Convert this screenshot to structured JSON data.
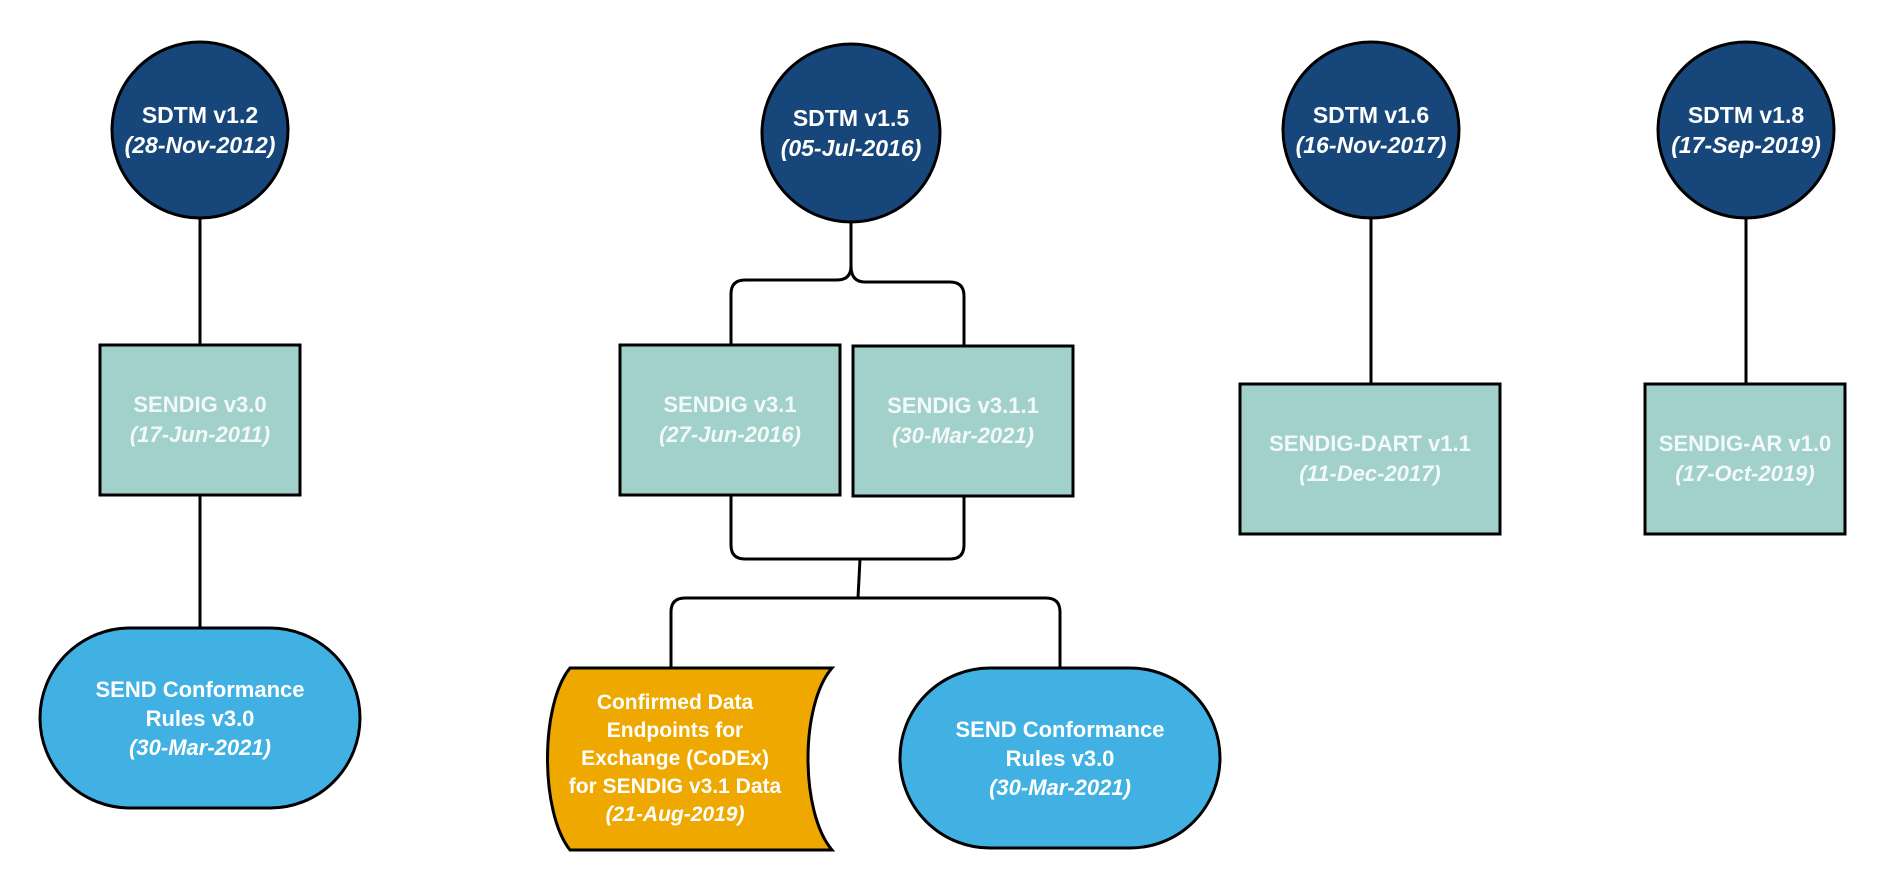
{
  "colors": {
    "sdtm": "#17467a",
    "sendig": "#a2d0ca",
    "rules": "#41b1e4",
    "codex": "#eea800",
    "stroke": "#000000"
  },
  "sdtm_v1_2": {
    "title": "SDTM v1.2",
    "date": "(28-Nov-2012)"
  },
  "sdtm_v1_5": {
    "title": "SDTM v1.5",
    "date": "(05-Jul-2016)"
  },
  "sdtm_v1_6": {
    "title": "SDTM v1.6",
    "date": "(16-Nov-2017)"
  },
  "sdtm_v1_8": {
    "title": "SDTM v1.8",
    "date": "(17-Sep-2019)"
  },
  "sendig_v3_0": {
    "title": "SENDIG v3.0",
    "date": "(17-Jun-2011)"
  },
  "sendig_v3_1": {
    "title": "SENDIG v3.1",
    "date": "(27-Jun-2016)"
  },
  "sendig_v3_1_1": {
    "title": "SENDIG v3.1.1",
    "date": "(30-Mar-2021)"
  },
  "sendig_dart": {
    "title": "SENDIG-DART v1.1",
    "date": "(11-Dec-2017)"
  },
  "sendig_ar": {
    "title": "SENDIG-AR v1.0",
    "date": "(17-Oct-2019)"
  },
  "rules_left": {
    "line1": "SEND Conformance",
    "line2": "Rules v3.0",
    "date": "(30-Mar-2021)"
  },
  "rules_mid": {
    "line1": "SEND Conformance",
    "line2": "Rules v3.0",
    "date": "(30-Mar-2021)"
  },
  "codex": {
    "line1": "Confirmed Data",
    "line2": "Endpoints for",
    "line3": "Exchange (CoDEx)",
    "line4": "for SENDIG v3.1 Data",
    "date": "(21-Aug-2019)"
  }
}
